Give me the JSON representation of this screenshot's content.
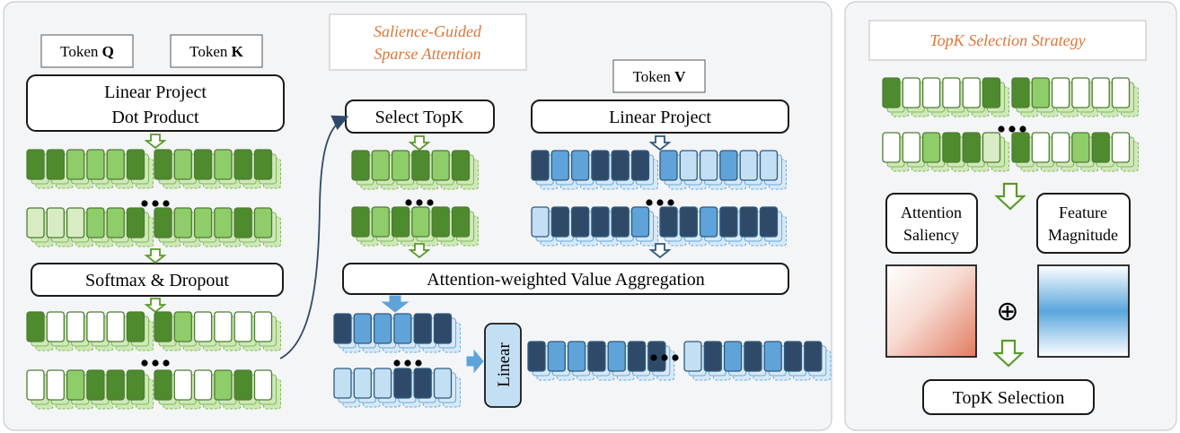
{
  "left_panel": {
    "title_line1": "Salience-Guided",
    "title_line2": "Sparse Attention",
    "token_q_prefix": "Token ",
    "token_q_bold": "Q",
    "token_k_prefix": "Token ",
    "token_k_bold": "K",
    "token_v_prefix": "Token ",
    "token_v_bold": "V",
    "linear_project_line1": "Linear Project",
    "linear_project_line2": "Dot Product",
    "softmax_label": "Softmax & Dropout",
    "select_topk_label": "Select TopK",
    "linear_project_v_label": "Linear Project",
    "aggregation_label": "Attention-weighted Value Aggregation",
    "linear_label": "Linear"
  },
  "right_panel": {
    "title": "TopK Selection Strategy",
    "attention_saliency_line1": "Attention",
    "attention_saliency_line2": "Saliency",
    "feature_magnitude_line1": "Feature",
    "feature_magnitude_line2": "Magnitude",
    "oplus_symbol": "⊕",
    "topk_selection_label": "TopK Selection"
  },
  "colors": {
    "panel_bg": "#f4f5f7",
    "title_orange": "#d9773a",
    "green_dark": "#4e8a2e",
    "green_mid": "#8fcc6a",
    "green_light": "#d7ecc2",
    "blue_dark": "#2f4a68",
    "blue_mid": "#5fa3d9",
    "blue_light": "#c3dff4",
    "stroke": "#1a1a1a"
  }
}
